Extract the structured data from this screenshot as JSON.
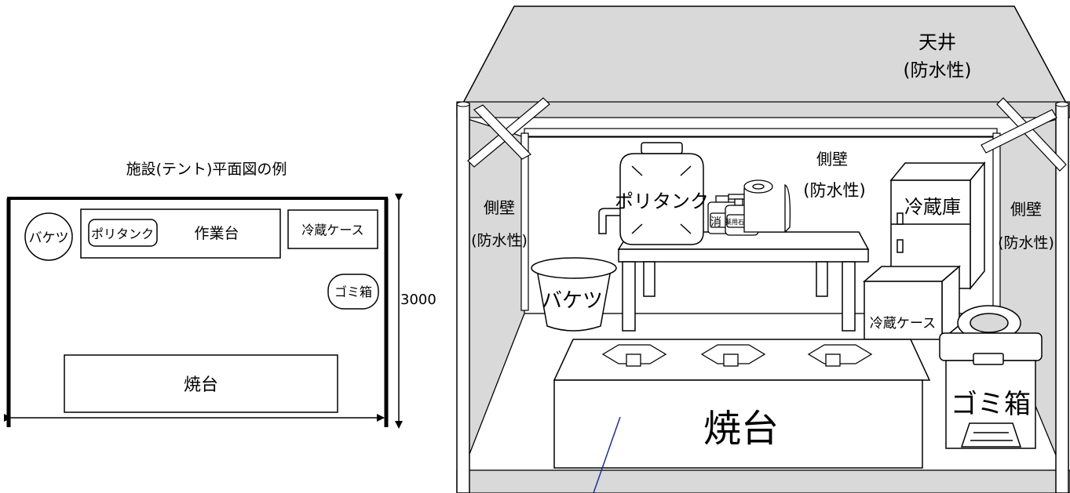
{
  "plan": {
    "title": "施設(テント)平面図の例",
    "bucket": "バケツ",
    "polytank": "ポリタンク",
    "workbench": "作業台",
    "cooler_case": "冷蔵ケース",
    "trash_box": "ゴミ箱",
    "grill": "焼台",
    "depth_dimension": "3000"
  },
  "perspective": {
    "ceiling": "天井",
    "ceiling_note": "(防水性)",
    "left_wall": "側壁",
    "left_wall_note": "(防水性)",
    "back_wall": "側壁",
    "back_wall_note": "(防水性)",
    "right_wall": "側壁",
    "right_wall_note": "(防水性)",
    "polytank": "ポリタンク",
    "disinfectant": "消",
    "soap": "薬用石けん",
    "refrigerator": "冷蔵庫",
    "bucket": "バケツ",
    "cooler_case": "冷蔵ケース",
    "trash_box": "ゴミ箱",
    "grill": "焼台"
  }
}
